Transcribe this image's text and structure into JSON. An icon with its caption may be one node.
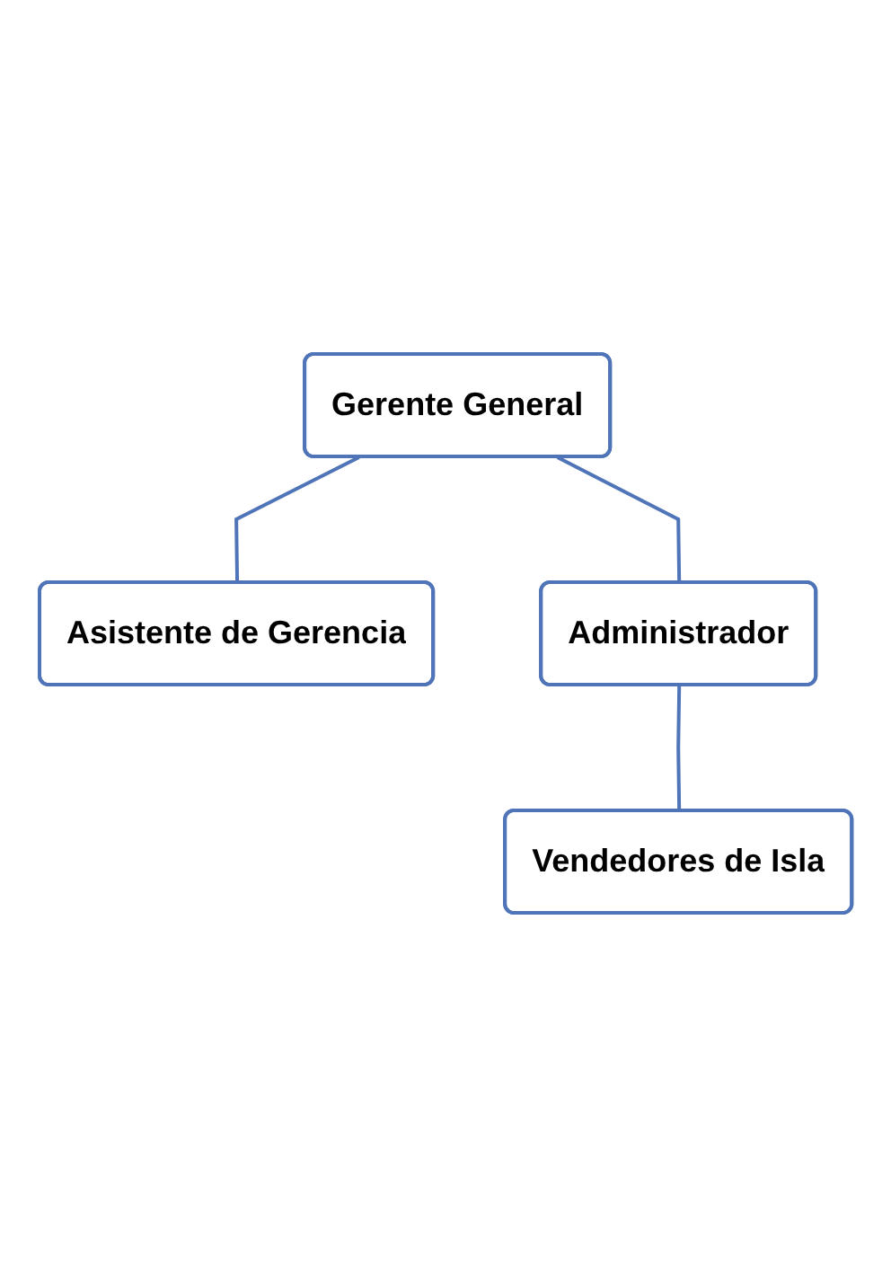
{
  "diagram": {
    "nodes": [
      {
        "text": [
          "Gerente General"
        ]
      },
      {
        "text": [
          "Asistente de Gerencia"
        ]
      },
      {
        "text": [
          "Administrador"
        ]
      },
      {
        "text": [
          "Vendedores de Isla"
        ]
      }
    ],
    "edges": [
      {
        "from": 0,
        "to": 1,
        "arrow": "none"
      },
      {
        "from": 0,
        "to": 2,
        "arrow": "none"
      },
      {
        "from": 2,
        "to": 3,
        "arrow": "none"
      }
    ]
  }
}
